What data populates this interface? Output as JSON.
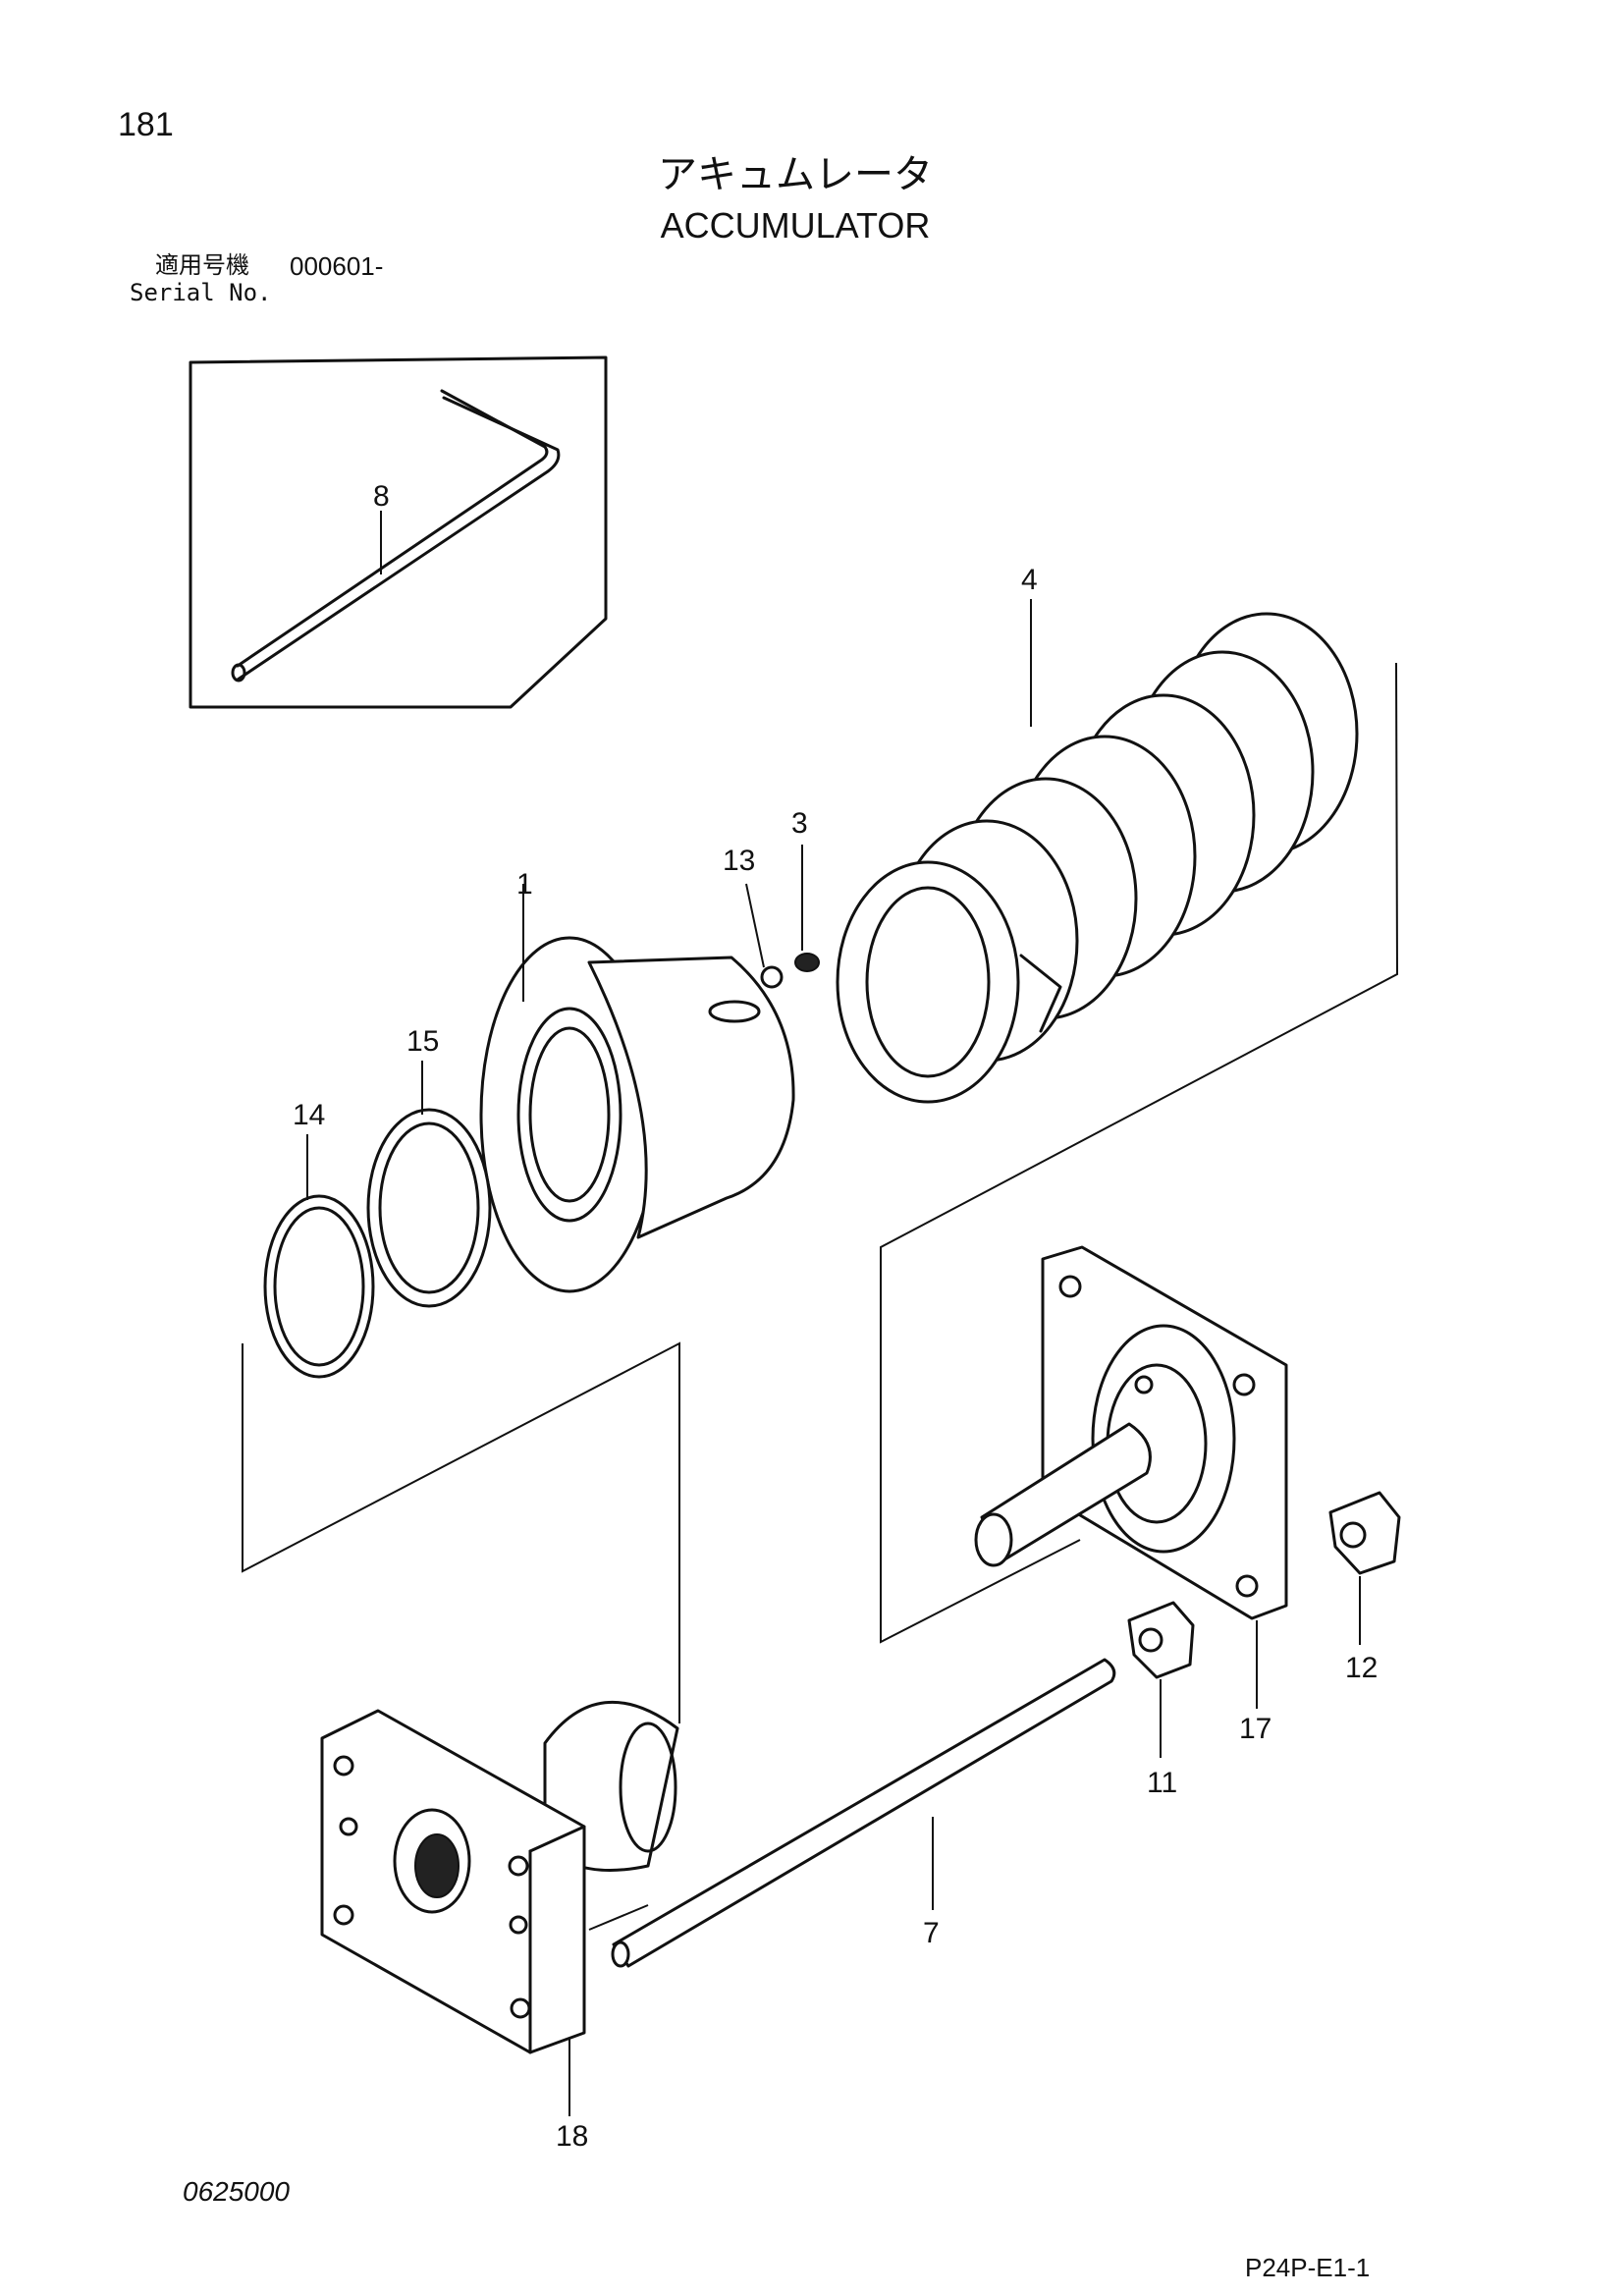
{
  "header": {
    "page_number": "181",
    "title_jp": "アキュムレータ",
    "title_en": "ACCUMULATOR",
    "serial_label_jp": "適用号機",
    "serial_value": "000601-",
    "serial_label_en": "Serial No."
  },
  "footer": {
    "drawing_code": "0625000",
    "page_ref": "P24P-E1-1"
  },
  "callouts": {
    "c1": "1",
    "c3": "3",
    "c4": "4",
    "c7": "7",
    "c8": "8",
    "c11": "11",
    "c12": "12",
    "c13": "13",
    "c14": "14",
    "c15": "15",
    "c17": "17",
    "c18": "18"
  }
}
